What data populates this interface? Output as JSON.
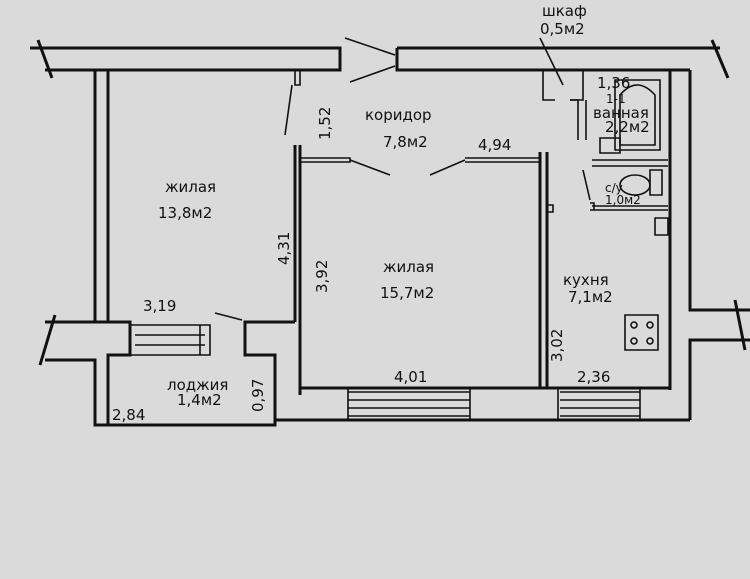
{
  "title": "Floor plan",
  "rooms": {
    "closet": {
      "name": "шкаф",
      "area": "0,5м2"
    },
    "corridor": {
      "name": "коридор",
      "area": "7,8м2"
    },
    "bathroom": {
      "name": "ванная",
      "area": "2,2м2"
    },
    "toilet": {
      "name": "с/у",
      "area": "1,0м2"
    },
    "living1": {
      "name": "жилая",
      "area": "13,8м2"
    },
    "living2": {
      "name": "жилая",
      "area": "15,7м2"
    },
    "kitchen": {
      "name": "кухня",
      "area": "7,1м2"
    },
    "loggia": {
      "name": "лоджия",
      "area": "1,4м2"
    }
  },
  "dimensions": {
    "d152": "1,52",
    "d494": "4,94",
    "d136": "1,36",
    "d11": "1-1",
    "d431": "4,31",
    "d392": "3,92",
    "d319": "3,19",
    "d302": "3,02",
    "d401": "4,01",
    "d236": "2,36",
    "d097": "0,97",
    "d284": "2,84"
  }
}
